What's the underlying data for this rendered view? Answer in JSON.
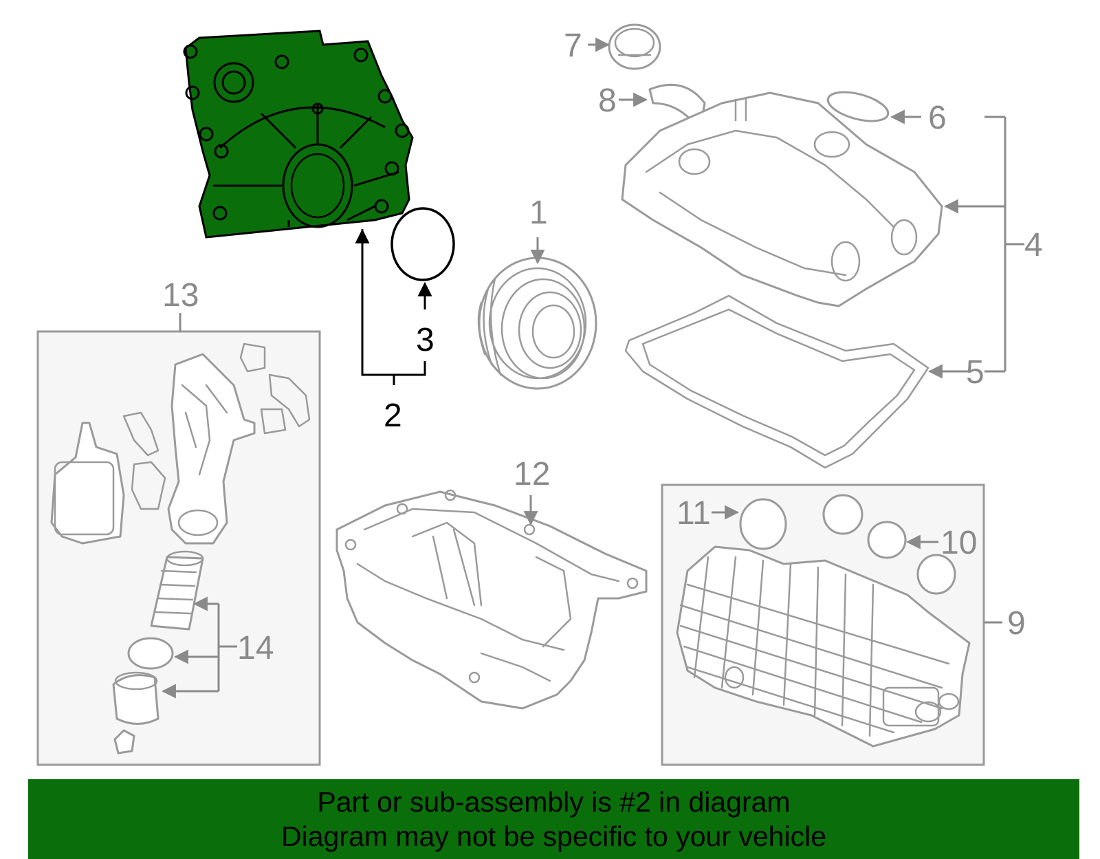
{
  "callouts": {
    "n1": "1",
    "n2": "2",
    "n3": "3",
    "n4": "4",
    "n5": "5",
    "n6": "6",
    "n7": "7",
    "n8": "8",
    "n9": "9",
    "n10": "10",
    "n11": "11",
    "n12": "12",
    "n13": "13",
    "n14": "14"
  },
  "banner": {
    "line1": "Part or sub-assembly is #2 in diagram",
    "line2": "Diagram may not be specific to your vehicle"
  },
  "colors": {
    "highlight": "#0a6e0a",
    "line_art": "#9a9a9a",
    "highlight_outline": "#000000"
  }
}
